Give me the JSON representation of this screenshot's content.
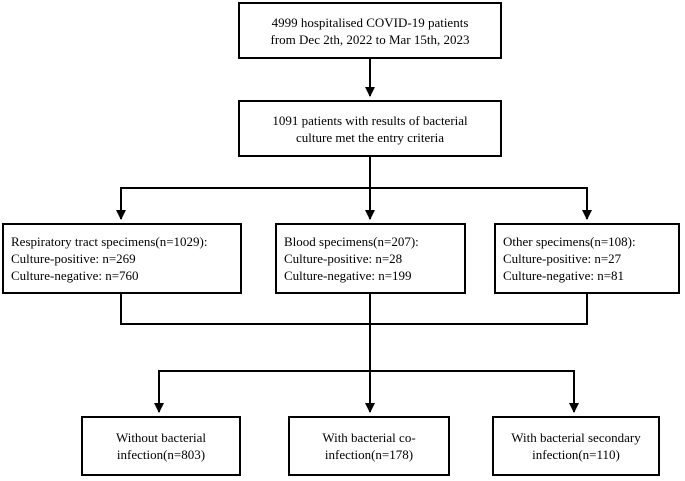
{
  "nodes": {
    "total": {
      "lines": [
        "4999 hospitalised COVID-19 patients",
        "from Dec 2th, 2022 to Mar 15th, 2023"
      ]
    },
    "eligible": {
      "lines": [
        "1091 patients with results of bacterial",
        "culture met the entry criteria"
      ]
    },
    "respiratory": {
      "lines": [
        "Respiratory tract specimens(n=1029):",
        "Culture-positive: n=269",
        "Culture-negative: n=760"
      ]
    },
    "blood": {
      "lines": [
        "Blood specimens(n=207):",
        "Culture-positive: n=28",
        "Culture-negative: n=199"
      ]
    },
    "other": {
      "lines": [
        "Other specimens(n=108):",
        "Culture-positive: n=27",
        "Culture-negative: n=81"
      ]
    },
    "without_infection": {
      "lines": [
        "Without bacterial",
        "infection(n=803)"
      ]
    },
    "co_infection": {
      "lines": [
        "With bacterial co-",
        "infection(n=178)"
      ]
    },
    "secondary_infection": {
      "lines": [
        "With bacterial secondary",
        "infection(n=110)"
      ]
    }
  },
  "colors": {
    "stroke": "#000000",
    "background": "#ffffff"
  }
}
